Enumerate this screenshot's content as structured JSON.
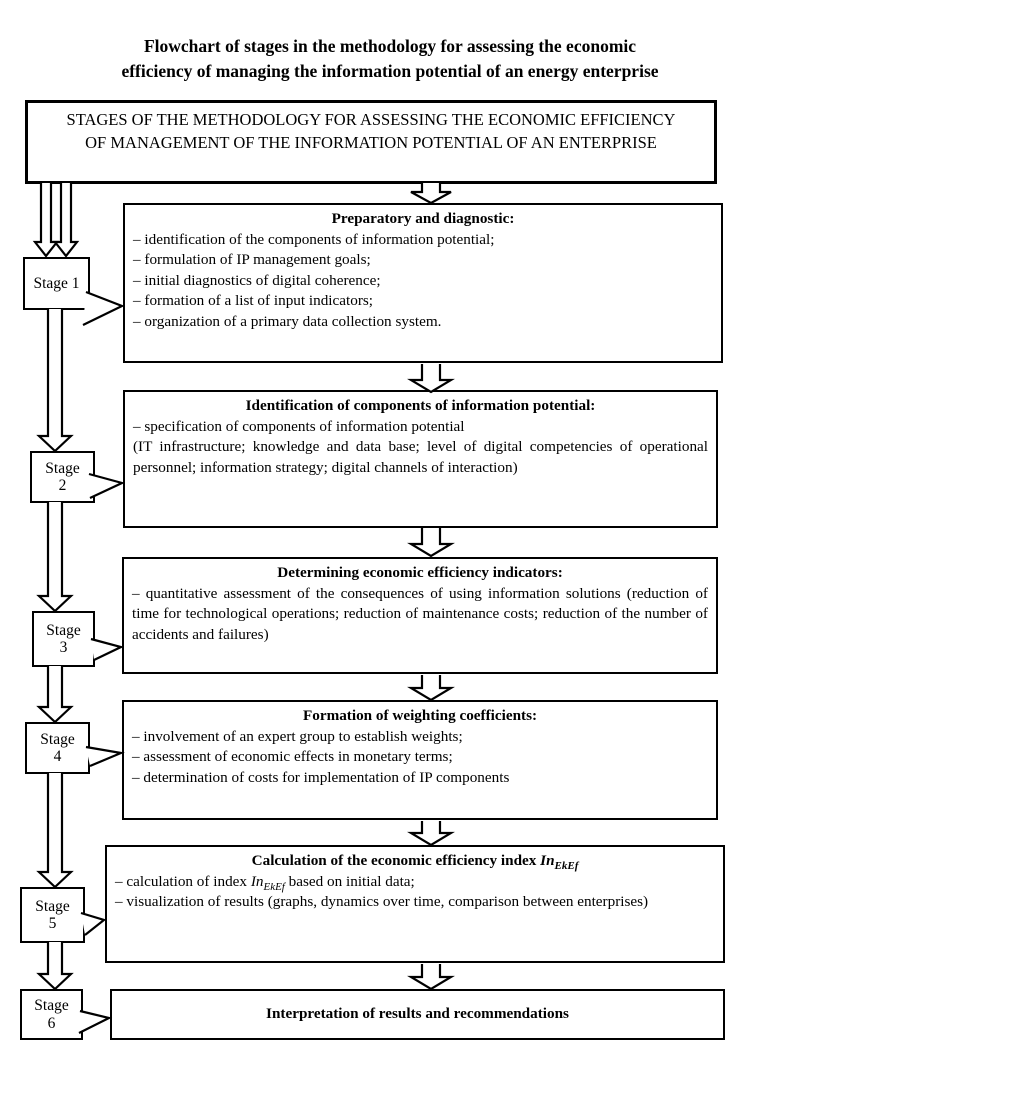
{
  "page": {
    "title_line1": "Flowchart of stages in the methodology for assessing the economic",
    "title_line2": "efficiency of managing the information potential of an energy enterprise"
  },
  "header_box": {
    "line1": "STAGES OF THE METHODOLOGY FOR ASSESSING THE ECONOMIC EFFICIENCY",
    "line2": "OF MANAGEMENT OF THE INFORMATION POTENTIAL OF AN ENTERPRISE"
  },
  "stages": [
    {
      "line1": "Stage 1",
      "line2": ""
    },
    {
      "line1": "Stage",
      "line2": "2"
    },
    {
      "line1": "Stage",
      "line2": "3"
    },
    {
      "line1": "Stage",
      "line2": "4"
    },
    {
      "line1": "Stage",
      "line2": "5"
    },
    {
      "line1": "Stage",
      "line2": "6"
    }
  ],
  "boxes": [
    {
      "title": "Preparatory and diagnostic:",
      "items": [
        "– identification of the components of information potential;",
        "– formulation of IP management goals;",
        "– initial diagnostics of digital coherence;",
        "– formation of a list of input indicators;",
        "– organization of a primary data collection system."
      ]
    },
    {
      "title": "Identification of components of information potential:",
      "items": [
        "– specification of components of information potential",
        "(IT infrastructure; knowledge and data base; level of digital competencies of operational personnel; information strategy; digital channels of interaction)"
      ]
    },
    {
      "title": "Determining economic efficiency indicators:",
      "items": [
        "– quantitative assessment of the consequences of using information solutions (reduction of time for technological operations; reduction of maintenance costs; reduction of the number of accidents and failures)"
      ]
    },
    {
      "title": "Formation of weighting coefficients:",
      "items": [
        "– involvement of an expert group to establish weights;",
        "– assessment of economic effects in monetary terms;",
        "– determination of costs for implementation of IP components"
      ]
    },
    {
      "title_pre": "Calculation of the economic efficiency index ",
      "index_base": "In",
      "index_sub": "EkEf",
      "item1_pre": "– calculation of index ",
      "item1_post": " based on initial data;",
      "item2": "– visualization of results (graphs, dynamics over time, comparison between enterprises)"
    },
    {
      "title": "Interpretation of results and recommendations"
    }
  ],
  "colors": {
    "line": "#000000",
    "background": "#ffffff"
  }
}
